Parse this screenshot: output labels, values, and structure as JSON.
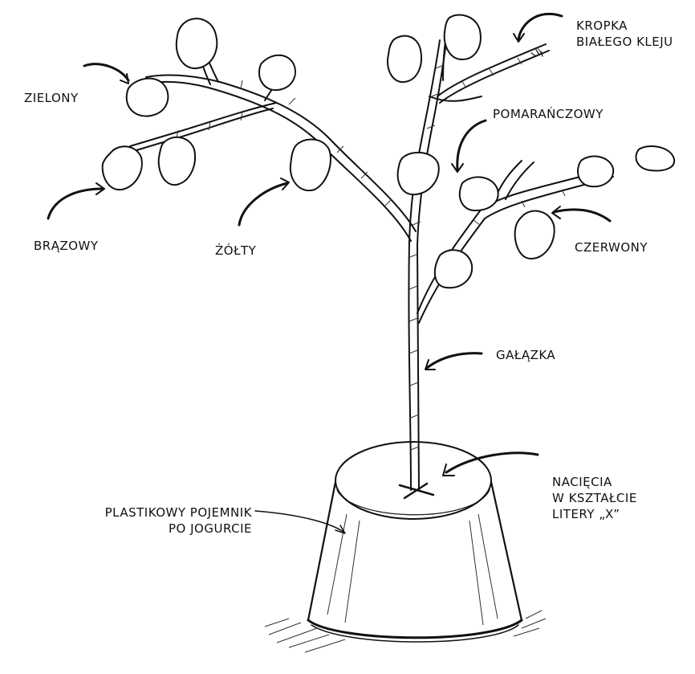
{
  "labels": {
    "zielony": "ZIELONY",
    "brazowy": "BRĄZOWY",
    "zolty": "ŻÓŁTY",
    "kropka_line1": "KROPKA",
    "kropka_line2": "BIAŁEGO KLEJU",
    "pomaranczowy": "POMARAŃCZOWY",
    "czerwony": "CZERWONY",
    "galazka": "GAŁĄZKA",
    "naciecia_line1": "NACIĘCIA",
    "naciecia_line2": "W KSZTAŁCIE",
    "naciecia_line3": "LITERY „X”",
    "pojemnik_line1": "PLASTIKOWY POJEMNIK",
    "pojemnik_line2": "PO JOGURCIE"
  },
  "colors": {
    "ink": "#111111",
    "paper": "#ffffff"
  }
}
